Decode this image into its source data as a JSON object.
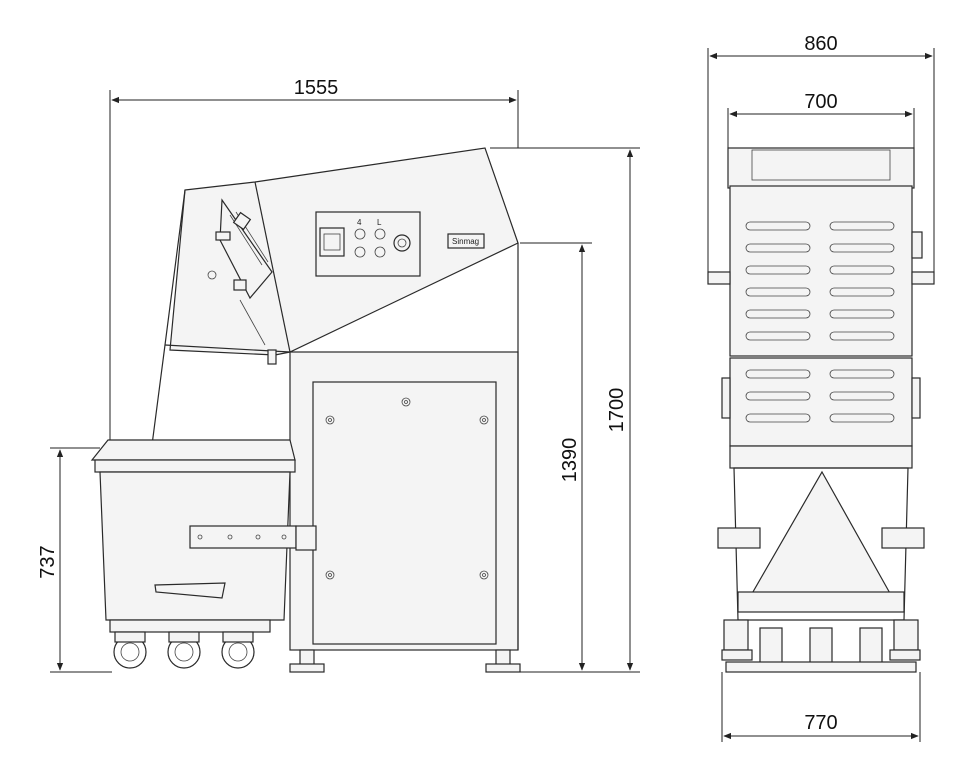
{
  "side_view": {
    "dim_width": "1555",
    "dim_height_total": "1700",
    "dim_height_discharge": "1390",
    "dim_height_bowl": "737",
    "panel_label": "Sinmag",
    "control_symbols": [
      "4",
      "L"
    ]
  },
  "front_view": {
    "dim_top_outer": "860",
    "dim_top_inner": "700",
    "dim_bottom": "770"
  }
}
